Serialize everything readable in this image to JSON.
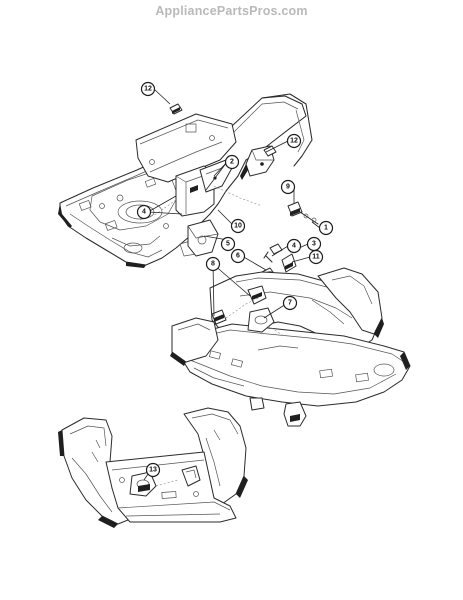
{
  "watermark": "AppliancePartsPros.com",
  "callouts": [
    {
      "id": "c12a",
      "label": "12"
    },
    {
      "id": "c2",
      "label": "2"
    },
    {
      "id": "c12b",
      "label": "12"
    },
    {
      "id": "c4a",
      "label": "4"
    },
    {
      "id": "c9",
      "label": "9"
    },
    {
      "id": "c10",
      "label": "10"
    },
    {
      "id": "c1",
      "label": "1"
    },
    {
      "id": "c5",
      "label": "5"
    },
    {
      "id": "c4b",
      "label": "4"
    },
    {
      "id": "c3",
      "label": "3"
    },
    {
      "id": "c6",
      "label": "6"
    },
    {
      "id": "c11",
      "label": "11"
    },
    {
      "id": "c8",
      "label": "8"
    },
    {
      "id": "c7",
      "label": "7"
    },
    {
      "id": "c13",
      "label": "13"
    }
  ]
}
